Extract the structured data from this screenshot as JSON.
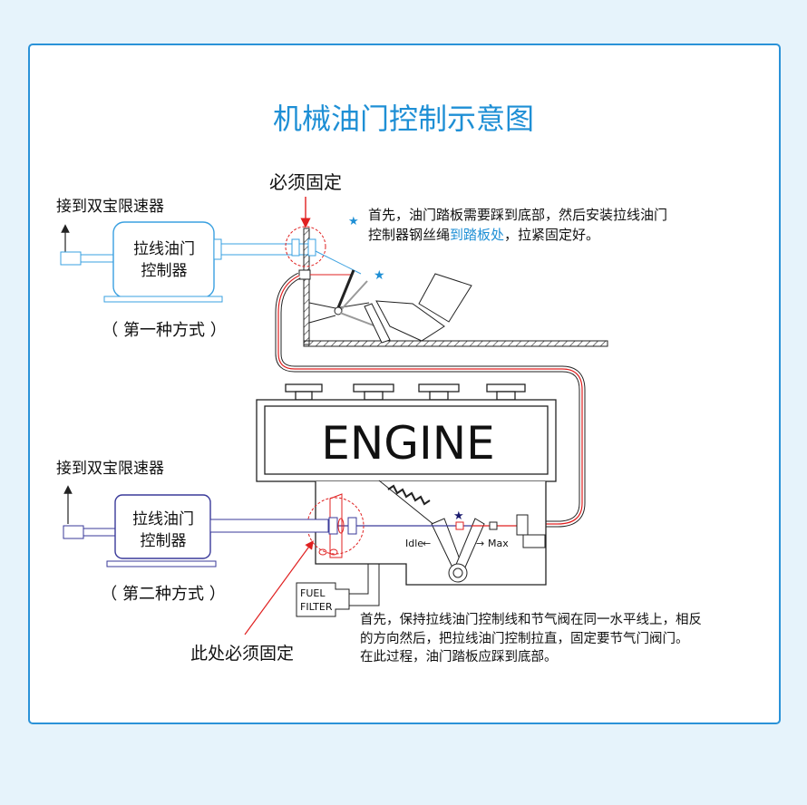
{
  "title": "机械油门控制示意图",
  "colors": {
    "accent": "#1e8fd5",
    "warning": "#e02020",
    "method2": "#3a3a9a"
  },
  "method1": {
    "connect_label": "接到双宝限速器",
    "controller_line1": "拉线油门",
    "controller_line2": "控制器",
    "caption": "（ 第一种方式 ）",
    "fix_label": "必须固定",
    "note_line1": "首先，油门踏板需要踩到底部，然后安装拉线油门",
    "note_line2_a": "控制器钢丝绳",
    "note_line2_highlight": "到踏板处",
    "note_line2_b": "，拉紧固定好。"
  },
  "engine": {
    "label": "ENGINE",
    "idle_label": "Idle",
    "max_label": "Max",
    "fuel_filter_line1": "FUEL",
    "fuel_filter_line2": "FILTER"
  },
  "method2": {
    "connect_label": "接到双宝限速器",
    "controller_line1": "拉线油门",
    "controller_line2": "控制器",
    "caption": "（ 第二种方式 ）",
    "fix_label": "此处必须固定",
    "note_line1": "首先，保持拉线油门控制线和节气阀在同一水平线上，相反",
    "note_line2": "的方向然后，把拉线油门控制拉直，固定要节气门阀门。",
    "note_line3": "在此过程，油门踏板应踩到底部。"
  }
}
